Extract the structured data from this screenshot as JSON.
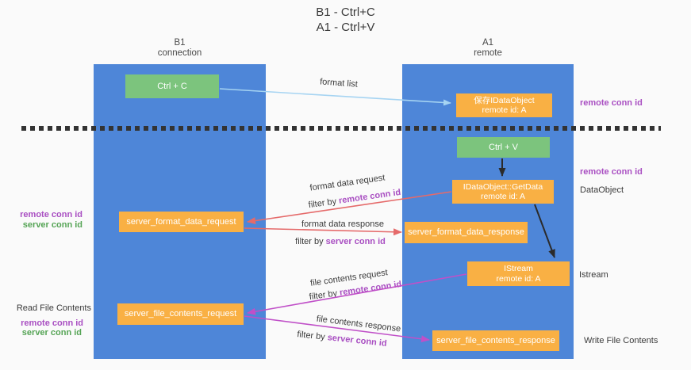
{
  "title": {
    "line1": "B1 - Ctrl+C",
    "line2": "A1 - Ctrl+V"
  },
  "columns": {
    "b1": {
      "name": "B1",
      "subtitle": "connection"
    },
    "a1": {
      "name": "A1",
      "subtitle": "remote"
    }
  },
  "boxes": {
    "ctrl_c": {
      "label": "Ctrl + C"
    },
    "ctrl_v": {
      "label": "Ctrl + V"
    },
    "save_idataobject": {
      "line1": "保存IDataObject",
      "line2": "remote id: A"
    },
    "idataobject_getdata": {
      "line1": "IDataObject::GetData",
      "line2": "remote id: A"
    },
    "istream": {
      "line1": "IStream",
      "line2": "remote id: A"
    },
    "server_format_data_request": {
      "label": "server_format_data_request"
    },
    "server_format_data_response": {
      "label": "server_format_data_response"
    },
    "server_file_contents_request": {
      "label": "server_file_contents_request"
    },
    "server_file_contents_response": {
      "label": "server_file_contents_response"
    }
  },
  "flow_labels": {
    "format_list": "format list",
    "format_data_request": "format data request",
    "format_data_response": "format data response",
    "file_contents_request": "file contents request",
    "file_contents_response": "file contents response",
    "filter_by": "filter by",
    "remote_conn_id": "remote conn id",
    "server_conn_id": "server conn id"
  },
  "side_labels": {
    "remote_conn_id": "remote conn id",
    "server_conn_id": "server conn id",
    "dataobject": "DataObject",
    "istream": "Istream",
    "read_file_contents": "Read File Contents",
    "write_file_contents": "Write File Contents"
  },
  "colors": {
    "column_blue": "#4e86d8",
    "box_orange": "#f9b044",
    "box_green": "#7cc47d",
    "arrow_light_blue": "#a6d4f2",
    "arrow_red": "#e56a6a",
    "arrow_magenta": "#c050c8",
    "arrow_black": "#2b2b2b",
    "label_purple": "#a94fc2",
    "label_green": "#55a455",
    "dashed_line": "#333333"
  }
}
